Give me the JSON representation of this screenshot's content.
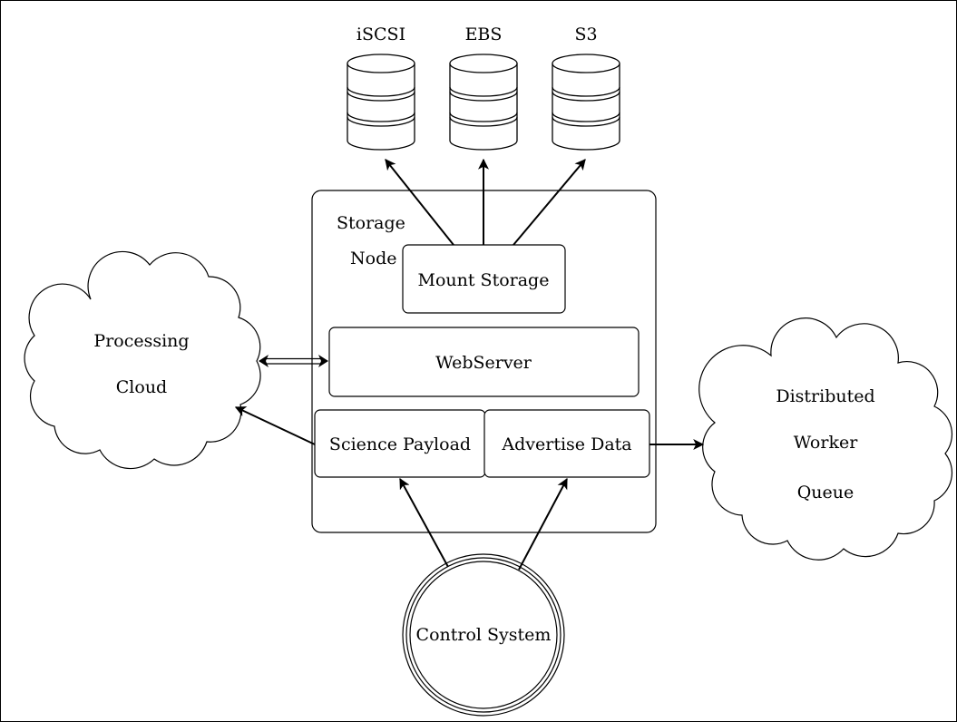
{
  "storage_targets": [
    {
      "label": "iSCSI",
      "icon": "database-icon"
    },
    {
      "label": "EBS",
      "icon": "database-icon"
    },
    {
      "label": "S3",
      "icon": "database-icon"
    }
  ],
  "storage_node": {
    "title_line1": "Storage",
    "title_line2": "Node",
    "mount_storage": "Mount Storage",
    "webserver": "WebServer",
    "science_payload": "Science Payload",
    "advertise_data": "Advertise Data"
  },
  "processing_cloud": {
    "line1": "Processing",
    "line2": "Cloud"
  },
  "worker_queue": {
    "line1": "Distributed",
    "line2": "Worker",
    "line3": "Queue"
  },
  "control_system": "Control System"
}
